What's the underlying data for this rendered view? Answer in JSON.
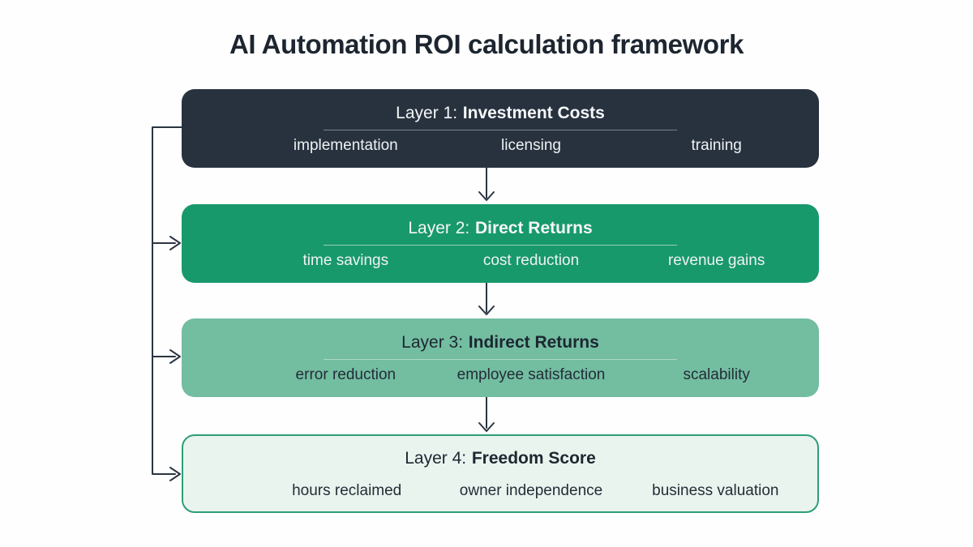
{
  "title": "AI Automation ROI calculation framework",
  "layers": [
    {
      "prefix": "Layer 1:",
      "name": "Investment Costs",
      "items": [
        "implementation",
        "licensing",
        "training"
      ]
    },
    {
      "prefix": "Layer 2:",
      "name": "Direct Returns",
      "items": [
        "time savings",
        "cost reduction",
        "revenue gains"
      ]
    },
    {
      "prefix": "Layer 3:",
      "name": "Indirect Returns",
      "items": [
        "error reduction",
        "employee satisfaction",
        "scalability"
      ]
    },
    {
      "prefix": "Layer 4:",
      "name": "Freedom Score",
      "items": [
        "hours reclaimed",
        "owner independence",
        "business valuation"
      ]
    }
  ],
  "colors": {
    "background": "#fefefe",
    "title_text": "#1d2630",
    "layer1_bg": "#28323f",
    "layer2_bg": "#18996b",
    "layer3_bg": "#73bda1",
    "layer4_bg": "#e9f4ee",
    "layer4_border": "#2d9e77",
    "light_text": "#f5f7f8",
    "dark_text": "#1d2731",
    "connector_line": "#2b3541"
  }
}
